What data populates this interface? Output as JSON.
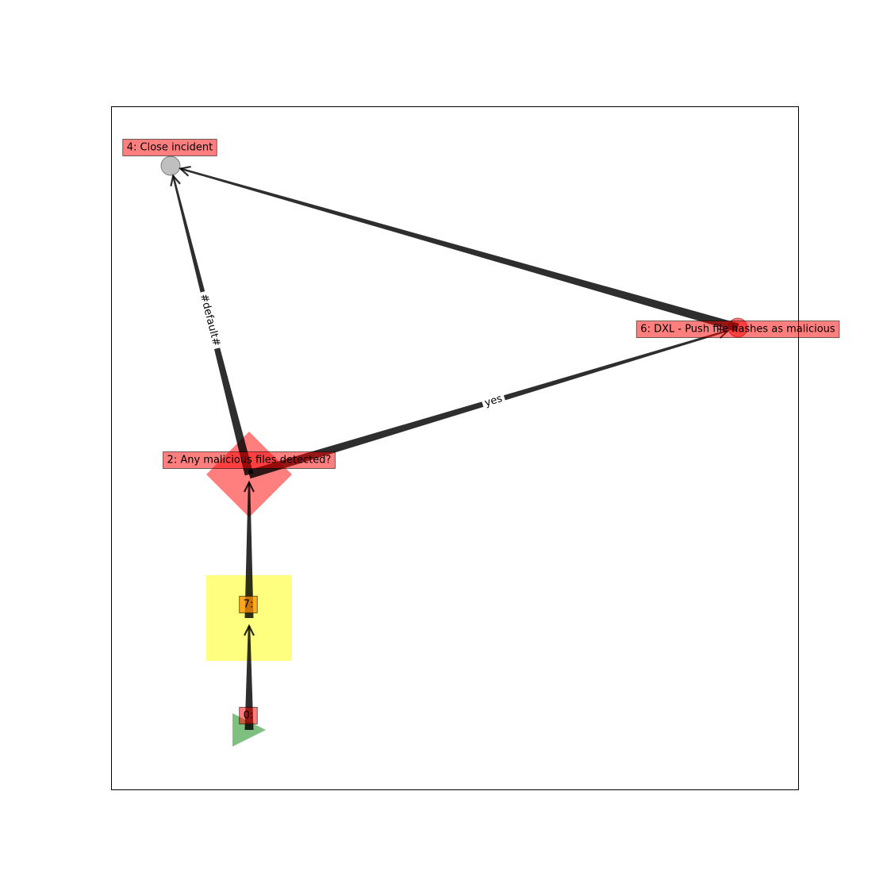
{
  "colors": {
    "edge": "#000000",
    "start_node": "#008000",
    "condition_node": "#ff0000",
    "end_node": "#808080",
    "task_node": "#ff0000",
    "group_node": "#ffff00",
    "label_box": "#ff0000",
    "label_box_orange": "#ff8c00"
  },
  "nodes": [
    {
      "id": "0",
      "label": "0:",
      "shape": "triangle",
      "color": "#008000"
    },
    {
      "id": "7",
      "label": "7:",
      "shape": "square",
      "color": "#ffff00"
    },
    {
      "id": "2",
      "label": "2: Any malicious files detected?",
      "shape": "diamond",
      "color": "#ff0000"
    },
    {
      "id": "4",
      "label": "4: Close incident",
      "shape": "circle",
      "color": "#808080"
    },
    {
      "id": "6",
      "label": "6: DXL - Push file hashes as malicious",
      "shape": "circle",
      "color": "#ff0000"
    }
  ],
  "edges": [
    {
      "from": "0",
      "to": "7",
      "label": ""
    },
    {
      "from": "7",
      "to": "2",
      "label": ""
    },
    {
      "from": "2",
      "to": "4",
      "label": "#default#"
    },
    {
      "from": "2",
      "to": "6",
      "label": "yes"
    },
    {
      "from": "6",
      "to": "4",
      "label": ""
    }
  ]
}
